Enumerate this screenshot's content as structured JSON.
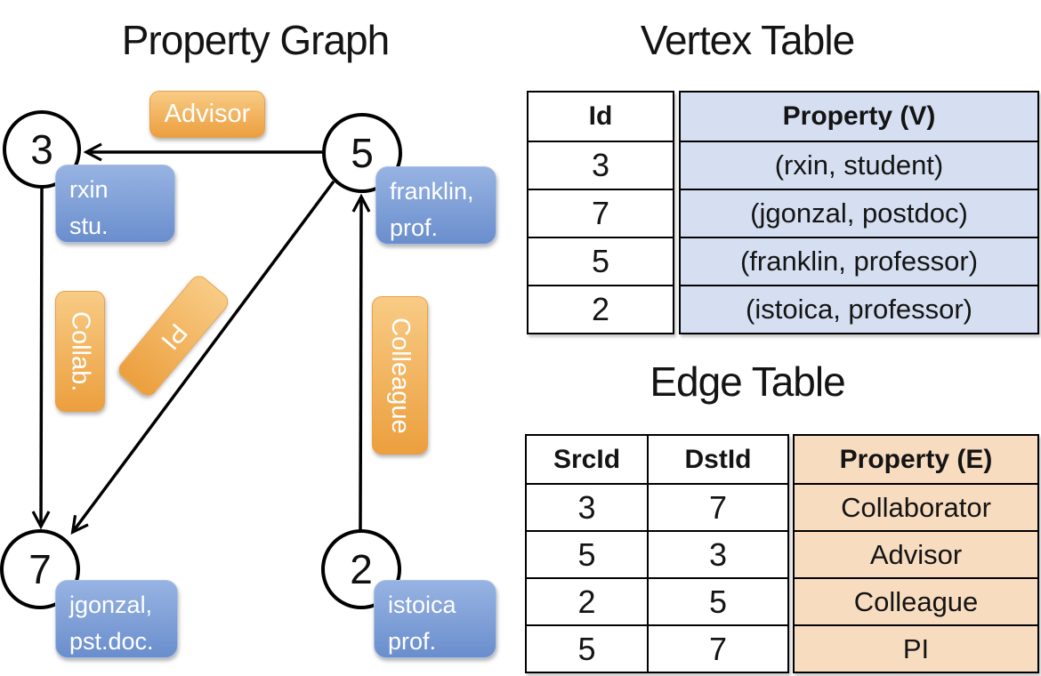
{
  "graph": {
    "title": "Property Graph",
    "nodes": [
      {
        "id": "3",
        "label_line1": "rxin",
        "label_line2": "stu."
      },
      {
        "id": "5",
        "label_line1": "franklin,",
        "label_line2": "prof."
      },
      {
        "id": "7",
        "label_line1": "jgonzal,",
        "label_line2": "pst.doc."
      },
      {
        "id": "2",
        "label_line1": "istoica",
        "label_line2": "prof."
      }
    ],
    "edges": [
      {
        "label": "Advisor",
        "from": "5",
        "to": "3"
      },
      {
        "label": "Collab.",
        "from": "3",
        "to": "7"
      },
      {
        "label": "PI",
        "from": "5",
        "to": "7"
      },
      {
        "label": "Colleague",
        "from": "2",
        "to": "5"
      }
    ]
  },
  "vertex_table": {
    "title": "Vertex Table",
    "columns": {
      "id": "Id",
      "property": "Property (V)"
    },
    "rows": [
      {
        "id": "3",
        "property": "(rxin, student)"
      },
      {
        "id": "7",
        "property": "(jgonzal, postdoc)"
      },
      {
        "id": "5",
        "property": "(franklin, professor)"
      },
      {
        "id": "2",
        "property": "(istoica, professor)"
      }
    ]
  },
  "edge_table": {
    "title": "Edge Table",
    "columns": {
      "src": "SrcId",
      "dst": "DstId",
      "property": "Property (E)"
    },
    "rows": [
      {
        "src": "3",
        "dst": "7",
        "property": "Collaborator"
      },
      {
        "src": "5",
        "dst": "3",
        "property": "Advisor"
      },
      {
        "src": "2",
        "dst": "5",
        "property": "Colleague"
      },
      {
        "src": "5",
        "dst": "7",
        "property": "PI"
      }
    ]
  },
  "colors": {
    "node_fill": "#ffffff",
    "node_stroke": "#000000",
    "vertex_box_top": "#97b3e2",
    "vertex_box_bottom": "#6a8ecd",
    "edge_label_top": "#f8cb85",
    "edge_label_bottom": "#ec9f3e",
    "vertex_table_fill": "#d5dff1",
    "edge_table_fill": "#f7dcc0"
  }
}
